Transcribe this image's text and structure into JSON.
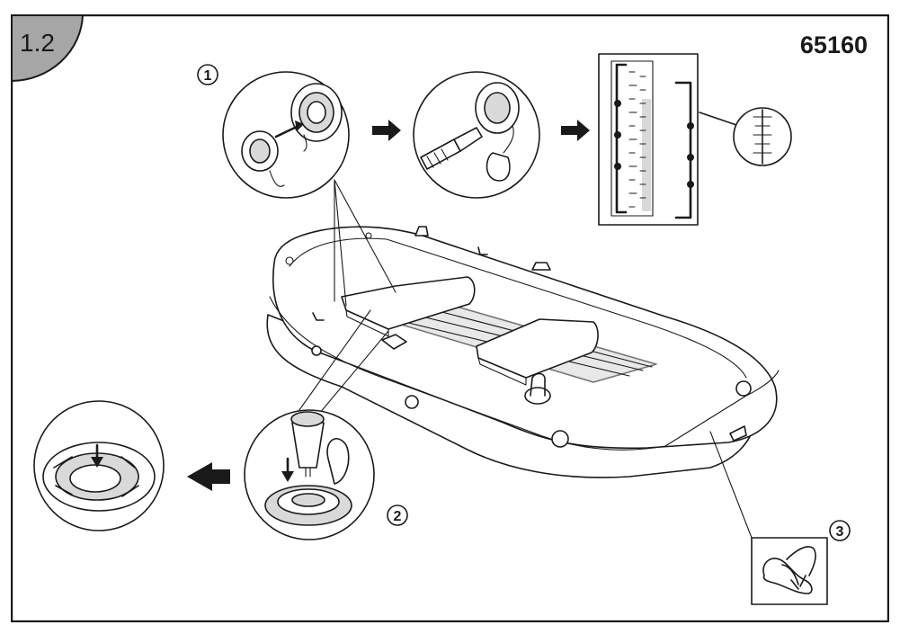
{
  "step_label": "1.2",
  "model_number": "65160",
  "callouts": [
    {
      "number": "1"
    },
    {
      "number": "2"
    },
    {
      "number": "3"
    }
  ],
  "colors": {
    "line": "#1a1a1a",
    "tab_fill": "#a6a6a6",
    "background": "#ffffff",
    "light_fill": "#d9d9d9"
  },
  "icons": [
    "arrow-right-icon",
    "arrow-left-icon"
  ]
}
